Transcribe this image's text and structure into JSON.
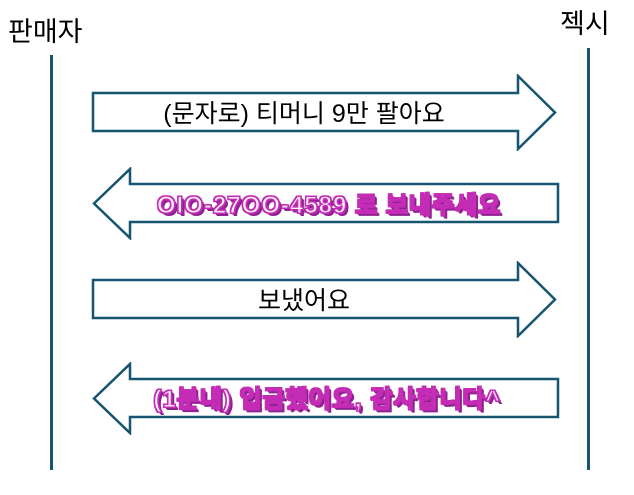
{
  "diagram": {
    "actors": {
      "left": "판매자",
      "right": "젝시"
    },
    "messages": [
      {
        "text": "(문자로) 티머니 9만 팔아요",
        "direction": "right",
        "text_style": "black"
      },
      {
        "text": "OIO-27OO-4589 로 보내주세요",
        "direction": "left",
        "text_style": "magenta"
      },
      {
        "text": "보냈어요",
        "direction": "right",
        "text_style": "black"
      },
      {
        "text": "(1분내) 입금했어요, 감사합니다^",
        "direction": "left",
        "text_style": "magenta"
      }
    ],
    "colors": {
      "arrow_outline": "#175470",
      "arrow_fill": "#ffffff",
      "black_text": "#000000",
      "magenta_outline": "#c42cb6",
      "magenta_shadow": "#8d2390",
      "magenta_fill": "#fbeffa"
    }
  }
}
